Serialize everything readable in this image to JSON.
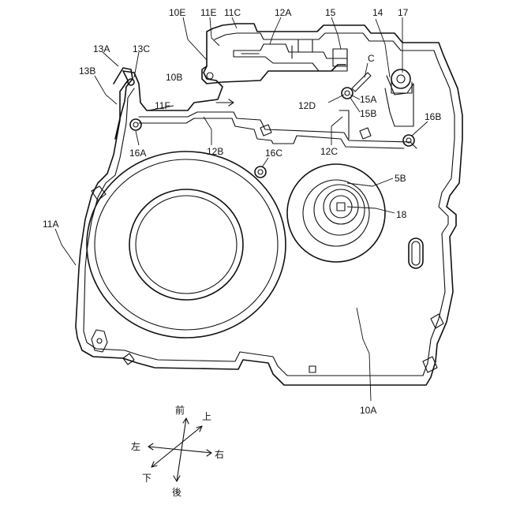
{
  "labels": {
    "l10E": "10E",
    "l11E": "11E",
    "l11C": "11C",
    "l12A": "12A",
    "l15": "15",
    "l14": "14",
    "l17": "17",
    "lC": "C",
    "l13A": "13A",
    "l13C": "13C",
    "l13B": "13B",
    "l10B": "10B",
    "l11F": "11F",
    "l12D": "12D",
    "l15A": "15A",
    "l15B": "15B",
    "l16B": "16B",
    "l16A": "16A",
    "l12B": "12B",
    "l12C": "12C",
    "l16C": "16C",
    "l5B": "5B",
    "l18": "18",
    "l11A": "11A",
    "l10A": "10A"
  },
  "directions": {
    "front": "前",
    "up": "上",
    "left": "左",
    "right": "右",
    "down": "下",
    "rear": "後"
  }
}
